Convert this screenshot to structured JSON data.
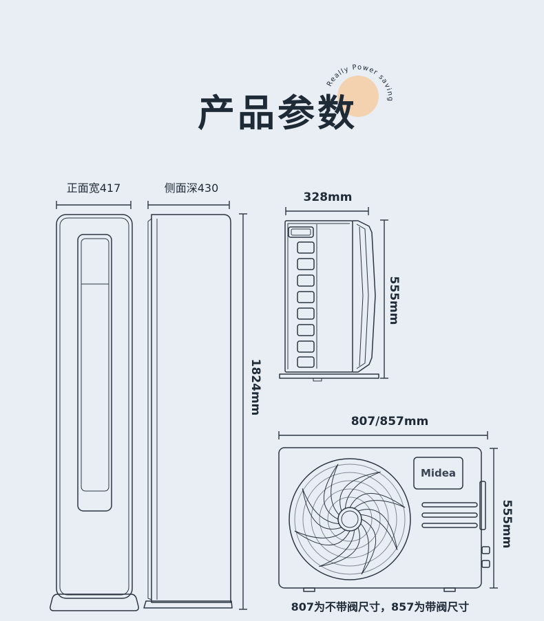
{
  "header": {
    "title": "产品参数",
    "badge_text": "Really Power saving"
  },
  "indoor_unit": {
    "front_width": "正面宽417",
    "side_depth": "侧面深430",
    "height": "1824mm"
  },
  "outdoor_unit": {
    "side_depth": "328mm",
    "side_height": "555mm",
    "width": "807/857mm",
    "height": "555mm",
    "brand_logo": "Midea"
  },
  "footnote": "807为不带阀尺寸，857为带阀尺寸",
  "colors": {
    "background": "#e9eef5",
    "text": "#1f2a37",
    "line": "#2c3542",
    "accent": "#f4d2b0"
  }
}
